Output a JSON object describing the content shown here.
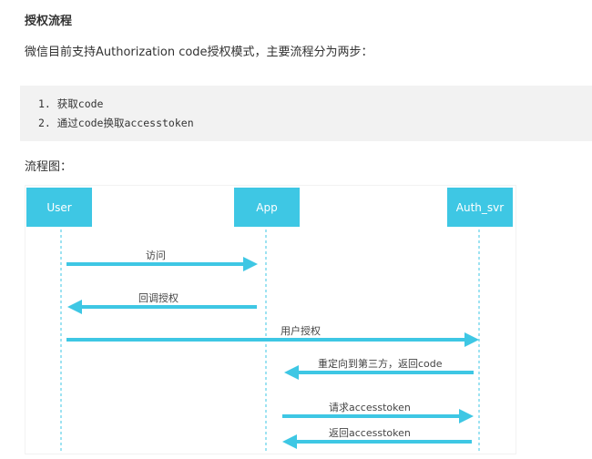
{
  "heading": "授权流程",
  "intro": "微信目前支持Authorization code授权模式，主要流程分为两步：",
  "steps": [
    "1. 获取code",
    "2. 通过code换取accesstoken"
  ],
  "diagram_label": "流程图：",
  "diagram": {
    "actors": [
      "User",
      "App",
      "Auth_svr"
    ],
    "messages": [
      "访问",
      "回调授权",
      "用户授权",
      "重定向到第三方，返回code",
      "请求accesstoken",
      "返回accesstoken"
    ],
    "color": "#3ec7e4"
  }
}
